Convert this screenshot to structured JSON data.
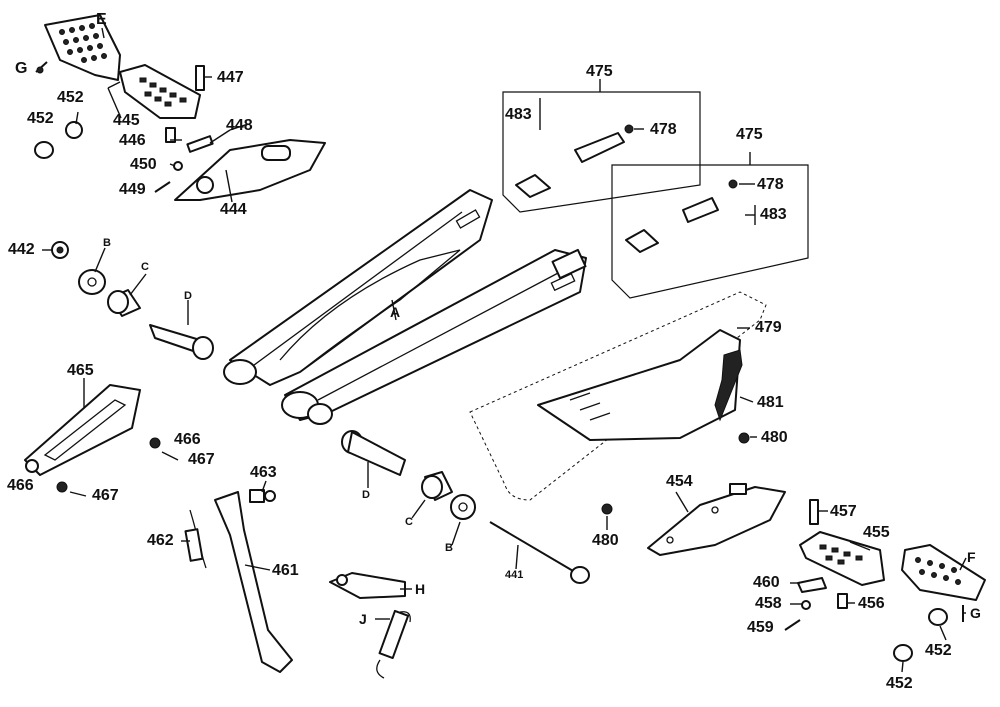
{
  "diagram": {
    "callouts": {
      "E": "E",
      "G_left": "G",
      "c452_a": "452",
      "c452_b": "452",
      "c445": "445",
      "c447": "447",
      "c446": "446",
      "c448": "448",
      "c450": "450",
      "c449": "449",
      "c444": "444",
      "c442": "442",
      "B_left": "B",
      "C_left": "C",
      "D_left": "D",
      "A": "A",
      "c465": "465",
      "c466_a": "466",
      "c467_a": "467",
      "c466_b": "466",
      "c467_b": "467",
      "c463": "463",
      "c462": "462",
      "c461": "461",
      "H": "H",
      "J": "J",
      "D_mid": "D",
      "C_mid": "C",
      "B_mid": "B",
      "c441": "441",
      "c480_bot": "480",
      "c454": "454",
      "c475_a": "475",
      "c483_a": "483",
      "c478_a": "478",
      "c475_b": "475",
      "c478_b": "478",
      "c483_b": "483",
      "c479": "479",
      "c481": "481",
      "c480_right": "480",
      "c457": "457",
      "c455": "455",
      "F": "F",
      "c460": "460",
      "c458": "458",
      "c456": "456",
      "c459": "459",
      "G_right": "G",
      "c452_c": "452",
      "c452_d": "452"
    }
  }
}
